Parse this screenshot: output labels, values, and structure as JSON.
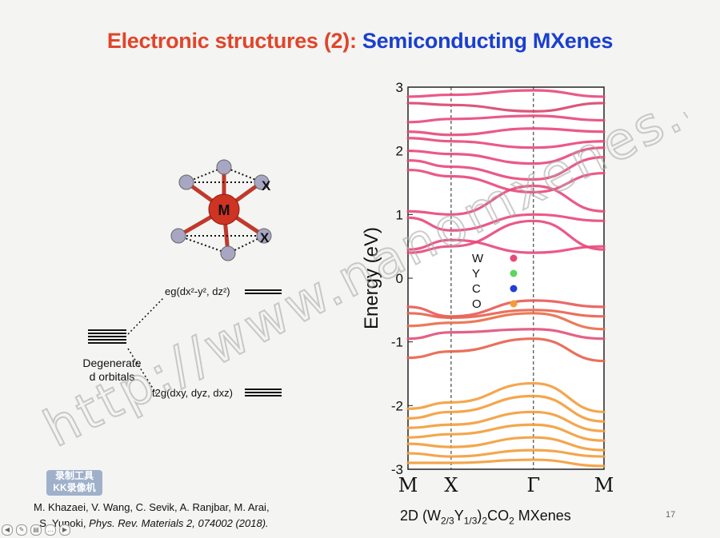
{
  "slide": {
    "title_part1": "Electronic structures (2):",
    "title_part2": "Semiconducting MXenes",
    "page_number": "17"
  },
  "molecule": {
    "center_label": "M",
    "ligand_label_top": "X",
    "ligand_label_bottom": "X"
  },
  "levels": {
    "degenerate_line1": "Degenerate",
    "degenerate_line2": "d orbitals",
    "eg_label": "eg(dx²-y², dz²)",
    "t2g_label": "t2g(dxy, dyz, dxz)"
  },
  "reference": {
    "line1": "M. Khazaei, V. Wang, C. Sevik, A. Ranjbar, M. Arai,",
    "line2_authors": "S. Yunoki,",
    "line2_journal": "Phys. Rev. Materials 2, 074002 (2018)."
  },
  "caption": "2D (W2/3Y1/3)2CO2 MXenes",
  "legend": [
    {
      "label": "W",
      "color": "#e8477a"
    },
    {
      "label": "Y",
      "color": "#5cd65c"
    },
    {
      "label": "C",
      "color": "#1f3fd6"
    },
    {
      "label": "O",
      "color": "#f39c3a"
    }
  ],
  "watermark": {
    "text": "http://www.nanomxenes.com"
  },
  "recorder_badge": {
    "line1": "录制工具",
    "line2": "KK录像机"
  },
  "chart_data": {
    "type": "line",
    "ylabel": "Energy (eV)",
    "xlabel": "",
    "ylim": [
      -3,
      3
    ],
    "yticks": [
      3,
      2,
      1,
      0,
      -1,
      -2,
      -3
    ],
    "kpoints": [
      {
        "label": "M",
        "pos": 0
      },
      {
        "label": "X",
        "pos": 0.22
      },
      {
        "label": "Γ",
        "pos": 0.64
      },
      {
        "label": "M",
        "pos": 1.0
      }
    ],
    "x": [
      0,
      0.22,
      0.64,
      1.0
    ],
    "series": [
      {
        "color": "#e8477a",
        "values": [
          2.85,
          2.88,
          2.95,
          2.85
        ]
      },
      {
        "color": "#d7456a",
        "values": [
          2.75,
          2.72,
          2.62,
          2.75
        ]
      },
      {
        "color": "#e8477a",
        "values": [
          2.45,
          2.5,
          2.55,
          2.48
        ]
      },
      {
        "color": "#e8477a",
        "values": [
          2.3,
          2.25,
          2.35,
          2.3
        ]
      },
      {
        "color": "#e8477a",
        "values": [
          2.2,
          2.15,
          2.05,
          2.15
        ]
      },
      {
        "color": "#e8477a",
        "values": [
          2.0,
          1.95,
          1.8,
          2.05
        ]
      },
      {
        "color": "#e8477a",
        "values": [
          1.85,
          1.75,
          1.55,
          1.9
        ]
      },
      {
        "color": "#e8477a",
        "values": [
          1.7,
          1.6,
          1.35,
          1.65
        ]
      },
      {
        "color": "#e8477a",
        "values": [
          1.05,
          1.0,
          1.45,
          1.05
        ]
      },
      {
        "color": "#e8477a",
        "values": [
          0.95,
          0.75,
          1.0,
          0.9
        ]
      },
      {
        "color": "#e8477a",
        "values": [
          0.4,
          0.5,
          0.9,
          0.45
        ]
      },
      {
        "color": "#e8477a",
        "values": [
          0.45,
          0.6,
          0.4,
          0.5
        ]
      },
      {
        "color": "#e85a55",
        "values": [
          -0.45,
          -0.6,
          -0.35,
          -0.45
        ]
      },
      {
        "color": "#e8604a",
        "values": [
          -0.55,
          -0.62,
          -0.5,
          -0.6
        ]
      },
      {
        "color": "#ea6c48",
        "values": [
          -0.75,
          -0.7,
          -0.55,
          -0.8
        ]
      },
      {
        "color": "#e0507a",
        "values": [
          -0.95,
          -0.85,
          -0.8,
          -0.95
        ]
      },
      {
        "color": "#e8604a",
        "values": [
          -1.25,
          -1.15,
          -0.95,
          -1.3
        ]
      },
      {
        "color": "#f39c3a",
        "values": [
          -2.05,
          -1.95,
          -1.65,
          -2.1
        ]
      },
      {
        "color": "#f39c3a",
        "values": [
          -2.2,
          -2.1,
          -1.85,
          -2.25
        ]
      },
      {
        "color": "#f39c3a",
        "values": [
          -2.35,
          -2.3,
          -2.1,
          -2.4
        ]
      },
      {
        "color": "#f39c3a",
        "values": [
          -2.5,
          -2.45,
          -2.3,
          -2.55
        ]
      },
      {
        "color": "#f39c3a",
        "values": [
          -2.6,
          -2.65,
          -2.5,
          -2.7
        ]
      },
      {
        "color": "#f39c3a",
        "values": [
          -2.75,
          -2.8,
          -2.7,
          -2.8
        ]
      },
      {
        "color": "#f39c3a",
        "values": [
          -2.9,
          -2.9,
          -2.85,
          -2.95
        ]
      }
    ]
  }
}
